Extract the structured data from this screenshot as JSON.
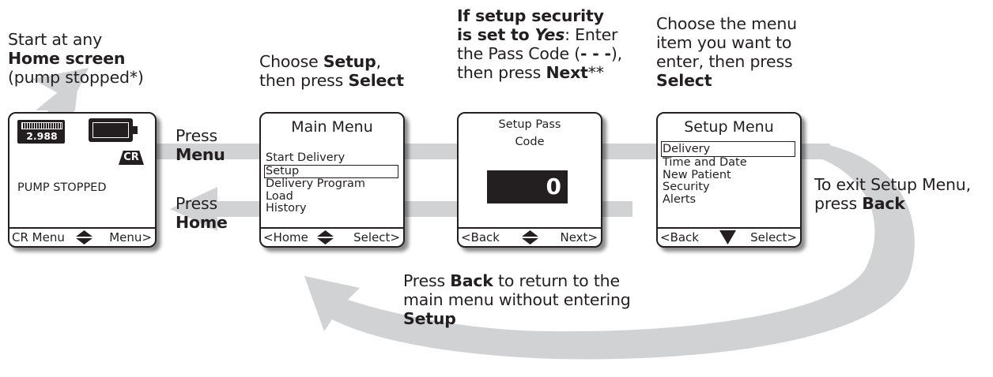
{
  "captions": {
    "step1": {
      "l1": "Start at any",
      "l2": "Home screen",
      "l3": "(pump stopped*)"
    },
    "step2": {
      "l1a": "Choose ",
      "l1b": "Setup",
      "l1c": ",",
      "l2a": "then press ",
      "l2b": "Select"
    },
    "step3": {
      "l1": "If setup security",
      "l2a": "is set to ",
      "l2b": "Yes",
      "l2c": ": Enter",
      "l3a": "the Pass Code (",
      "l3b": "- - -",
      "l3c": "),",
      "l4a": "then press ",
      "l4b": "Next",
      "l4c": "**"
    },
    "step4": {
      "l1": "Choose the menu",
      "l2": "item you want to",
      "l3": "enter, then press",
      "l4": "Select"
    },
    "press_menu": {
      "l1": "Press",
      "l2": "Menu"
    },
    "press_home": {
      "l1": "Press",
      "l2": "Home"
    },
    "exit": {
      "l1": "To exit Setup Menu,",
      "l2a": "press ",
      "l2b": "Back"
    },
    "back": {
      "l1a": "Press ",
      "l1b": "Back",
      "l1c": " to return to the",
      "l2": "main menu without entering",
      "l3": "Setup"
    }
  },
  "home_screen": {
    "volume": "2.988 ml",
    "cr_badge": "CR",
    "status": "PUMP STOPPED",
    "left_key": "CR Menu",
    "right_key": "Menu>"
  },
  "main_menu": {
    "title": "Main Menu",
    "items": [
      "Start Delivery",
      "Setup",
      "Delivery Program",
      "Load",
      "History"
    ],
    "selected_index": 1,
    "left_key": "<Home",
    "right_key": "Select>"
  },
  "pass_code": {
    "title_l1": "Setup Pass",
    "title_l2": "Code",
    "value": "0",
    "left_key": "<Back",
    "right_key": "Next>"
  },
  "setup_menu": {
    "title": "Setup Menu",
    "items": [
      "Delivery",
      "Time and Date",
      "New Patient",
      "Security",
      "Alerts"
    ],
    "selected_index": 0,
    "left_key": "<Back",
    "right_key": "Select>"
  },
  "colors": {
    "arrow": "#d1d2d4",
    "ink": "#231f20"
  }
}
